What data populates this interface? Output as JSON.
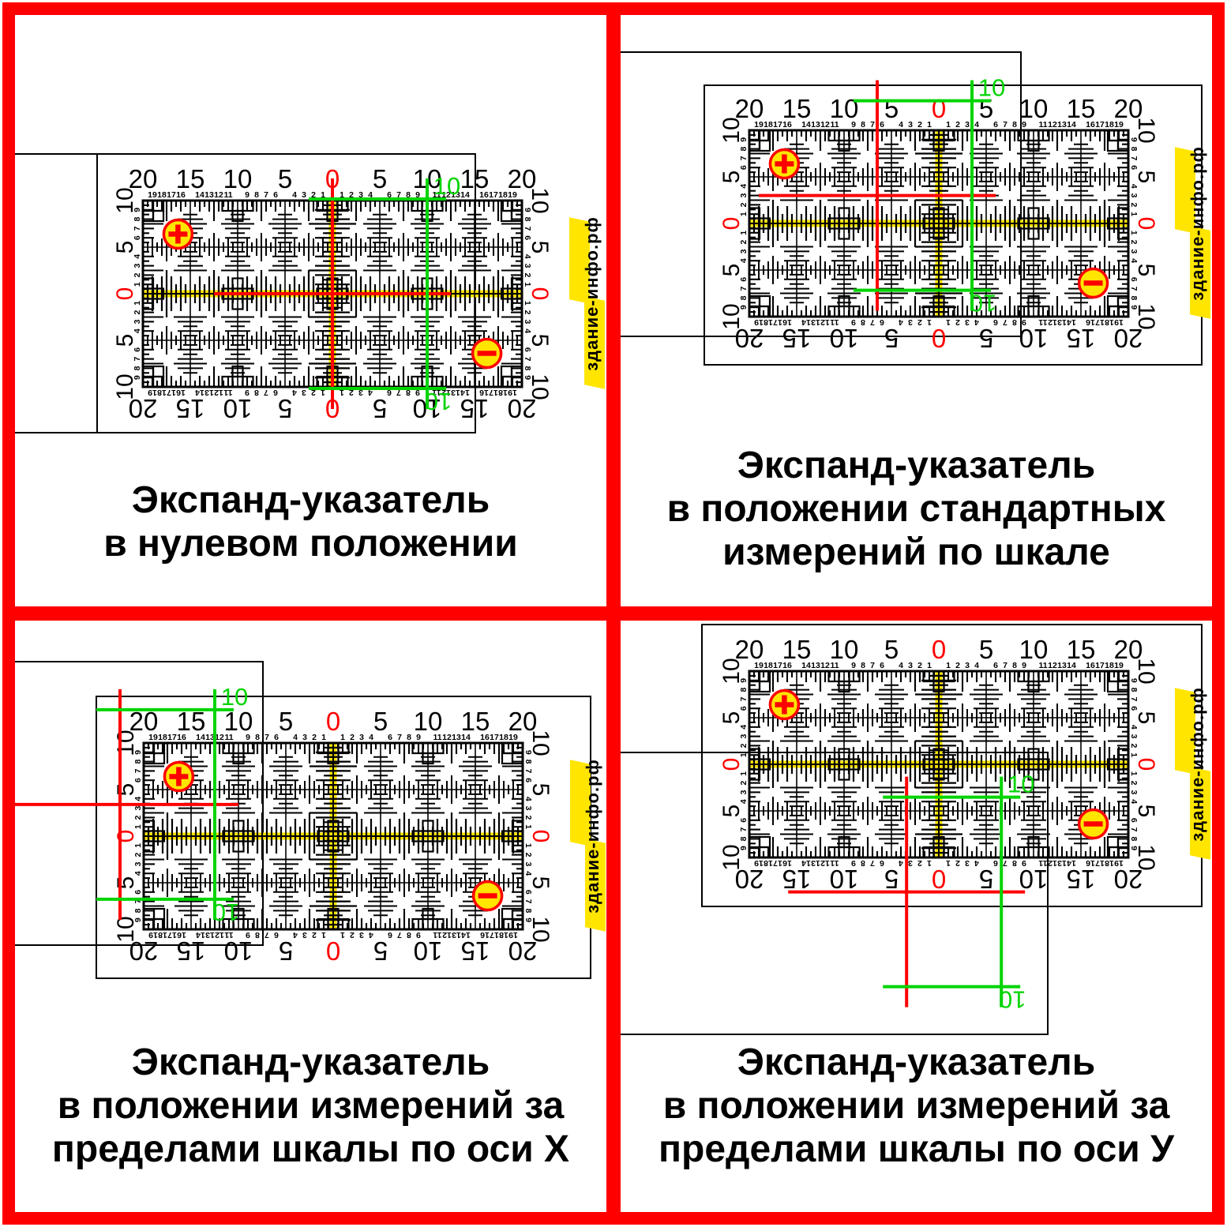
{
  "colors": {
    "red": "#ff0000",
    "green": "#00d400",
    "yellow": "#ffe500",
    "black": "#000000",
    "frame": "#ff0000",
    "background": "#ffffff"
  },
  "brand": {
    "text": "здание-инфо.рф"
  },
  "scale": {
    "major_values": [
      0,
      5,
      10,
      15,
      20
    ],
    "side_major_values": [
      0,
      5,
      10
    ],
    "minor_values": [
      1,
      2,
      3,
      4,
      6,
      7,
      8,
      9,
      11,
      12,
      13,
      14,
      16,
      17,
      18,
      19
    ],
    "side_minor_values": [
      1,
      2,
      3,
      4,
      6,
      7,
      8,
      9
    ],
    "zero_label": "0",
    "x_range": [
      -20,
      20
    ],
    "y_range": [
      -10,
      10
    ]
  },
  "pointer": {
    "green_label": "10",
    "green_offset_units": 10,
    "plus_sign": "+",
    "minus_sign": "−"
  },
  "quadrants": [
    {
      "id": "zero-position",
      "caption_lines": [
        "Экспанд-указатель",
        "в нулевом положении"
      ],
      "red_x": 0,
      "red_y": 0
    },
    {
      "id": "standard-measurement",
      "caption_lines": [
        "Экспанд-указатель",
        "в положении стандартных",
        "измерений по шкале"
      ],
      "red_x": -6.5,
      "red_y": 3
    },
    {
      "id": "beyond-scale-x",
      "caption_lines": [
        "Экспанд-указатель",
        "в положении измерений за",
        "пределами шкалы по оси Х"
      ],
      "red_x": -22.5,
      "red_y": 3.4
    },
    {
      "id": "beyond-scale-y",
      "caption_lines": [
        "Экспанд-указатель",
        "в положении измерений за",
        "пределами шкалы по оси У"
      ],
      "red_x": -3.4,
      "red_y": -13.7
    }
  ]
}
